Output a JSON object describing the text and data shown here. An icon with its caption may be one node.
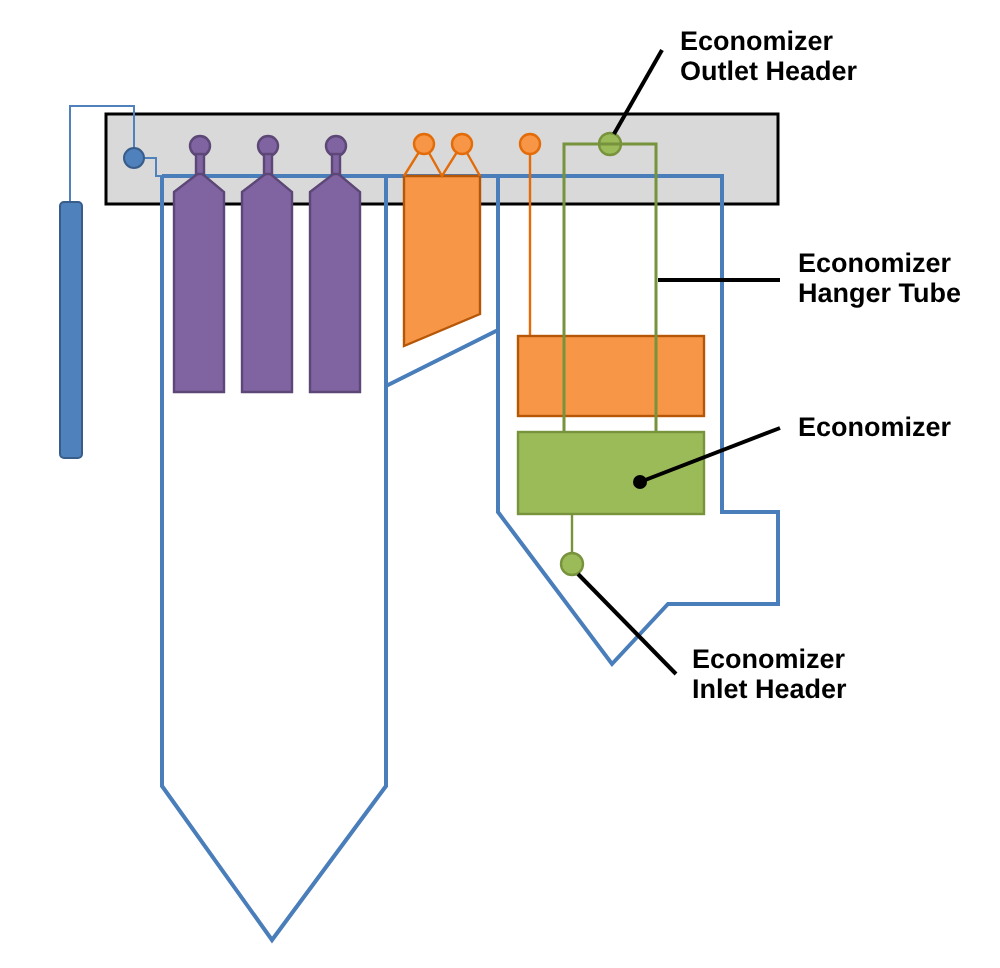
{
  "diagram": {
    "nodes": [
      {
        "text": [
          "Economizer Outlet Header"
        ]
      },
      {
        "text": [],
        "shape": "circle"
      },
      {
        "text": [
          "Economizer Hanger Tube"
        ]
      },
      {
        "text": [],
        "shape": "bar"
      },
      {
        "text": [
          "Economizer"
        ]
      },
      {
        "text": [],
        "shape": "box"
      },
      {
        "text": [
          "Economizer Inlet Header"
        ]
      },
      {
        "text": [],
        "shape": "circle"
      }
    ],
    "edges": [
      {
        "from": 0,
        "to": 1,
        "arrow": "none"
      },
      {
        "from": 2,
        "to": 3,
        "arrow": "none"
      },
      {
        "from": 4,
        "to": 5,
        "arrow": "other"
      },
      {
        "from": 6,
        "to": 7,
        "arrow": "none"
      },
      {
        "from": 5,
        "to": 7,
        "arrow": "none",
        "color": "#77933c"
      }
    ]
  }
}
